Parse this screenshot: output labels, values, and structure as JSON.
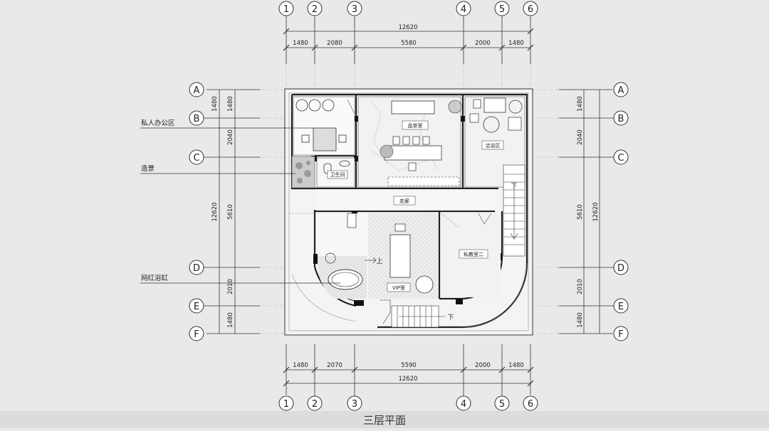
{
  "plan": {
    "title": "三层平面",
    "columns": [
      "1",
      "2",
      "3",
      "4",
      "5",
      "6"
    ],
    "rows": [
      "A",
      "B",
      "C",
      "D",
      "E",
      "F"
    ],
    "top_dims": {
      "total": "12620",
      "segments": [
        "1480",
        "2080",
        "5580",
        "2000",
        "1480"
      ]
    },
    "bottom_dims": {
      "total": "12620",
      "segments": [
        "1480",
        "2070",
        "5590",
        "2000",
        "1480"
      ]
    },
    "left_dims": {
      "total": "12620",
      "segments": [
        "1480",
        "2040",
        "5610",
        "2010",
        "1480"
      ]
    },
    "right_dims": {
      "total": "12620",
      "segments": [
        "1480",
        "2040",
        "5610",
        "2010",
        "1480"
      ]
    },
    "callouts": [
      "私人办公区",
      "造景",
      "网红浴缸"
    ],
    "rooms": {
      "tea_room": "品茶室",
      "negotiation": "洽谈区",
      "bathroom": "卫生间",
      "corridor": "走廊",
      "private_room": "私教室二",
      "vip_room": "VIP室"
    },
    "stair_marks": {
      "down_right": "下",
      "down_bottom": "下",
      "up": "上"
    }
  }
}
